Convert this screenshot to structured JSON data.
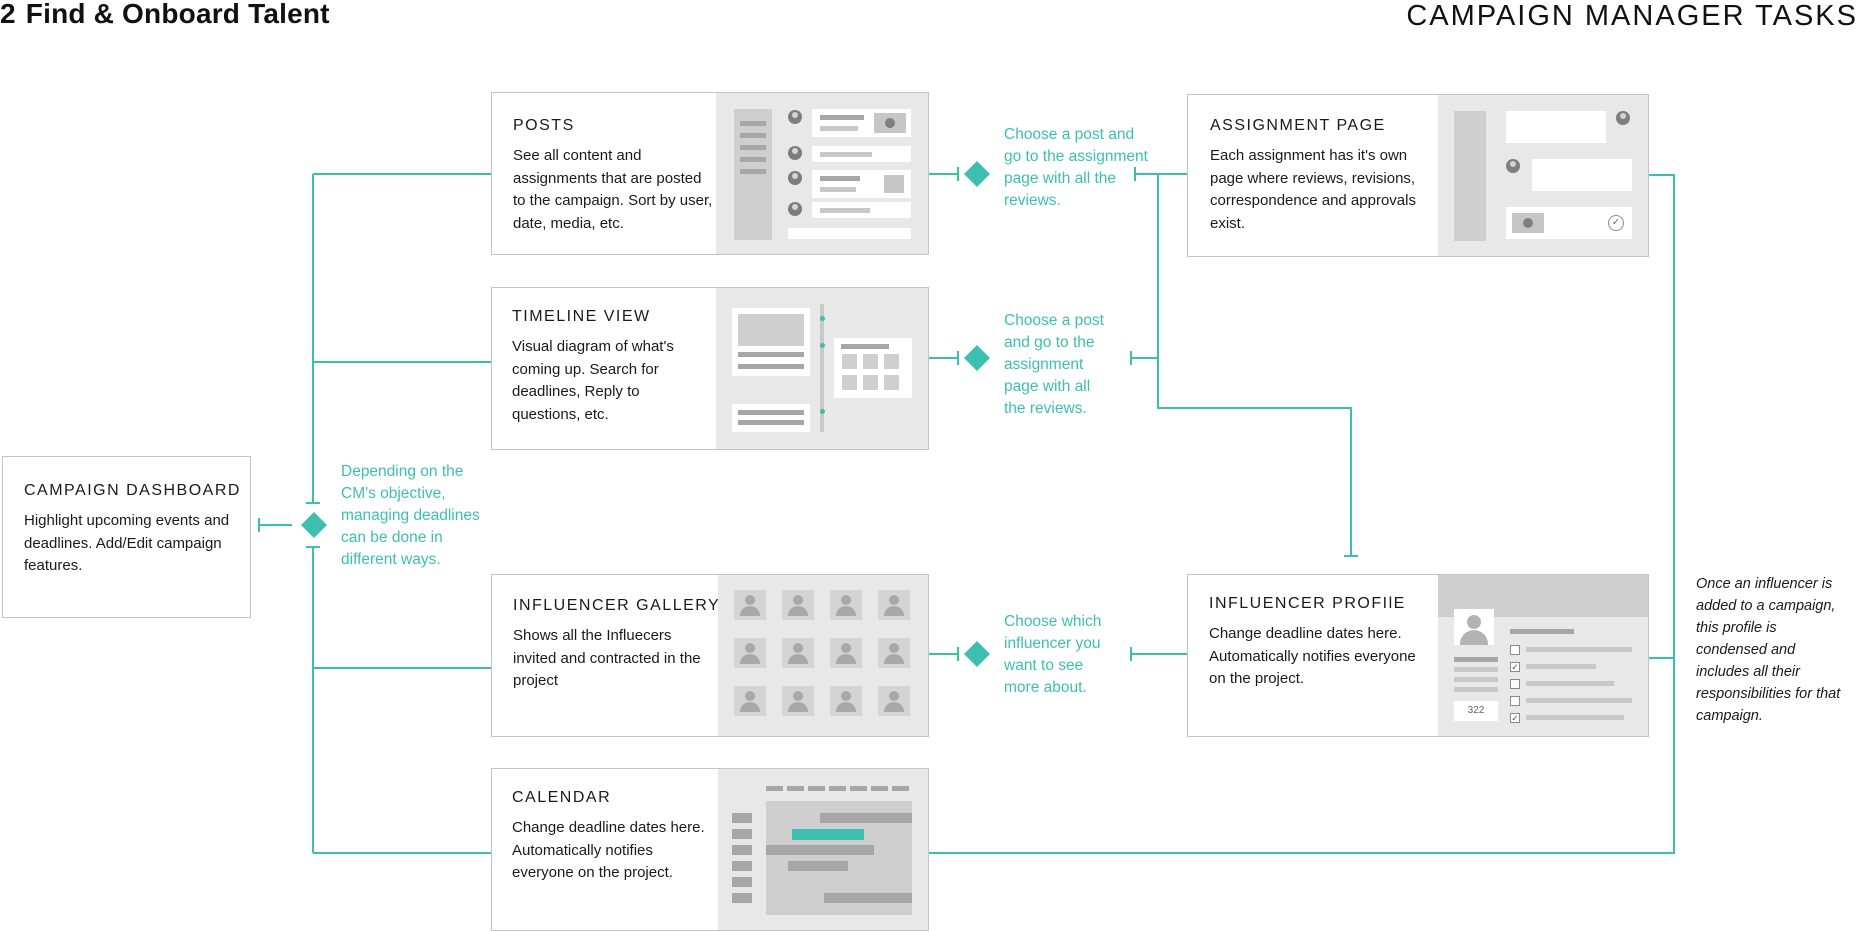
{
  "header": {
    "section_number": "2",
    "section_title": "Find & Onboard Talent",
    "category": "CAMPAIGN MANAGER TASKS"
  },
  "nodes": {
    "dashboard": {
      "title": "CAMPAIGN DASHBOARD",
      "description": "Highlight upcoming events and deadlines. Add/Edit campaign features."
    },
    "posts": {
      "title": "POSTS",
      "description": "See all content and assignments that are posted to the campaign. Sort by user, date, media, etc."
    },
    "timeline": {
      "title": "TIMELINE VIEW",
      "description": "Visual diagram of what's coming up. Search for deadlines, Reply to questions, etc."
    },
    "gallery": {
      "title": "INFLUENCER GALLERY",
      "description": "Shows all the Influecers invited and contracted in the project"
    },
    "calendar": {
      "title": "CALENDAR",
      "description": "Change deadline dates here. Automatically notifies everyone on the project."
    },
    "assignment": {
      "title": "ASSIGNMENT PAGE",
      "description": "Each assignment has it's own page where reviews, revisions, correspondence and approvals exist."
    },
    "profile": {
      "title": "INFLUENCER PROFIlE",
      "description": "Change deadline dates here. Automatically notifies everyone on the project.",
      "badge": "322"
    }
  },
  "decisions": {
    "dashboard_branch": "Depending on the CM's objective, managing deadlines can be done in different ways.",
    "posts_choice": "Choose a post and go to the assignment page with all the reviews.",
    "timeline_choice": "Choose a post and go to the assignment page with all the reviews.",
    "gallery_choice": "Choose which influencer you want to see more about."
  },
  "annotations": {
    "condensed_profile": "Once an influencer is added to a campaign, this profile is condensed and includes all their responsibilities for that campaign."
  },
  "colors": {
    "accent": "#3dbfb0",
    "card_border": "#c4c4c4",
    "thumbnail_bg": "#e8e8e8"
  }
}
